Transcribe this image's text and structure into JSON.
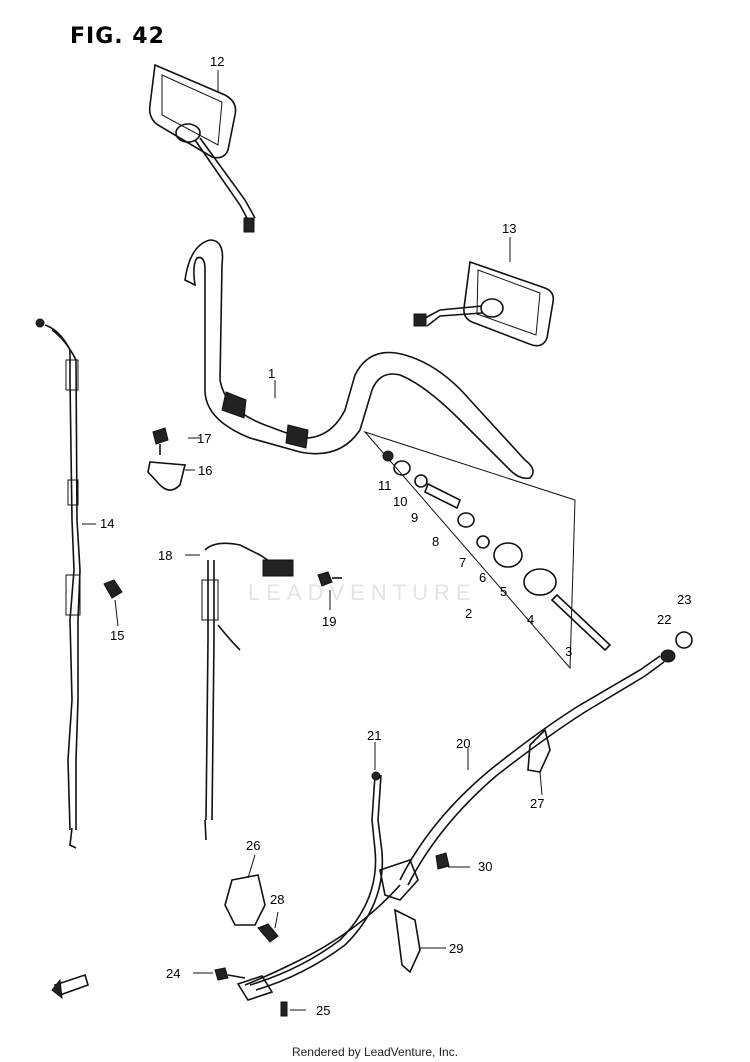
{
  "figure": {
    "title": "FIG. 42"
  },
  "watermark": {
    "text": "LEADVENTURE"
  },
  "footer": {
    "text": "Rendered by LeadVenture, Inc."
  },
  "callouts": [
    {
      "id": "c1",
      "label": "1"
    },
    {
      "id": "c2",
      "label": "2"
    },
    {
      "id": "c3",
      "label": "3"
    },
    {
      "id": "c4",
      "label": "4"
    },
    {
      "id": "c5",
      "label": "5"
    },
    {
      "id": "c6",
      "label": "6"
    },
    {
      "id": "c7",
      "label": "7"
    },
    {
      "id": "c8",
      "label": "8"
    },
    {
      "id": "c9",
      "label": "9"
    },
    {
      "id": "c10",
      "label": "10"
    },
    {
      "id": "c11",
      "label": "11"
    },
    {
      "id": "c12",
      "label": "12"
    },
    {
      "id": "c13",
      "label": "13"
    },
    {
      "id": "c14",
      "label": "14"
    },
    {
      "id": "c15",
      "label": "15"
    },
    {
      "id": "c16",
      "label": "16"
    },
    {
      "id": "c17",
      "label": "17"
    },
    {
      "id": "c18",
      "label": "18"
    },
    {
      "id": "c19",
      "label": "19"
    },
    {
      "id": "c20",
      "label": "20"
    },
    {
      "id": "c21",
      "label": "21"
    },
    {
      "id": "c22",
      "label": "22"
    },
    {
      "id": "c23",
      "label": "23"
    },
    {
      "id": "c24",
      "label": "24"
    },
    {
      "id": "c25",
      "label": "25"
    },
    {
      "id": "c26",
      "label": "26"
    },
    {
      "id": "c27",
      "label": "27"
    },
    {
      "id": "c28",
      "label": "28"
    },
    {
      "id": "c29",
      "label": "29"
    },
    {
      "id": "c30",
      "label": "30"
    }
  ]
}
